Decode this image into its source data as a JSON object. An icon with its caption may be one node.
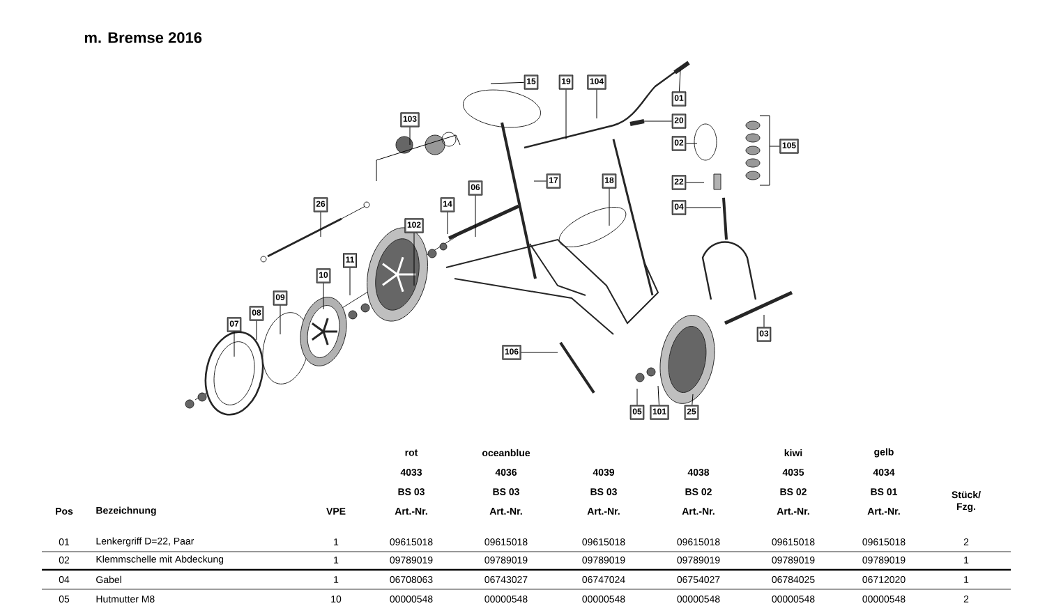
{
  "diagram": {
    "title": "m. Bremse 2016",
    "nodes": [
      {
        "text": [
          "15"
        ]
      },
      {
        "text": [
          "19"
        ]
      },
      {
        "text": [
          "104"
        ]
      },
      {
        "text": [
          "01"
        ]
      },
      {
        "text": [
          "103"
        ]
      },
      {
        "text": [
          "20"
        ]
      },
      {
        "text": [
          "02"
        ]
      },
      {
        "text": [
          "105"
        ]
      },
      {
        "text": [
          "17"
        ]
      },
      {
        "text": [
          "18"
        ]
      },
      {
        "text": [
          "22"
        ]
      },
      {
        "text": [
          "06"
        ]
      },
      {
        "text": [
          "26"
        ]
      },
      {
        "text": [
          "14"
        ]
      },
      {
        "text": [
          "04"
        ]
      },
      {
        "text": [
          "102"
        ]
      },
      {
        "text": [
          "11"
        ]
      },
      {
        "text": [
          "10"
        ]
      },
      {
        "text": [
          "09"
        ]
      },
      {
        "text": [
          "08"
        ]
      },
      {
        "text": [
          "07"
        ]
      },
      {
        "text": [
          "03"
        ]
      },
      {
        "text": [
          "106"
        ]
      },
      {
        "text": [
          "05"
        ]
      },
      {
        "text": [
          "101"
        ]
      },
      {
        "text": [
          "25"
        ]
      }
    ],
    "edges": [
      {
        "from": 0,
        "to": null,
        "arrow": "none"
      },
      {
        "from": 1,
        "to": null,
        "arrow": "none"
      },
      {
        "from": 2,
        "to": null,
        "arrow": "none"
      },
      {
        "from": 3,
        "to": null,
        "arrow": "none"
      },
      {
        "from": 4,
        "to": null,
        "arrow": "none"
      },
      {
        "from": 5,
        "to": null,
        "arrow": "none"
      },
      {
        "from": 6,
        "to": null,
        "arrow": "none"
      },
      {
        "from": 7,
        "to": null,
        "arrow": "none"
      },
      {
        "from": 8,
        "to": null,
        "arrow": "none"
      },
      {
        "from": 9,
        "to": null,
        "arrow": "none"
      },
      {
        "from": 10,
        "to": null,
        "arrow": "none"
      },
      {
        "from": 11,
        "to": null,
        "arrow": "none"
      },
      {
        "from": 12,
        "to": null,
        "arrow": "none"
      },
      {
        "from": 13,
        "to": null,
        "arrow": "none"
      },
      {
        "from": 14,
        "to": null,
        "arrow": "none"
      },
      {
        "from": 15,
        "to": null,
        "arrow": "none"
      },
      {
        "from": 16,
        "to": null,
        "arrow": "none"
      },
      {
        "from": 17,
        "to": null,
        "arrow": "none"
      },
      {
        "from": 18,
        "to": null,
        "arrow": "none"
      },
      {
        "from": 19,
        "to": null,
        "arrow": "none"
      },
      {
        "from": 20,
        "to": null,
        "arrow": "none"
      },
      {
        "from": 21,
        "to": null,
        "arrow": "none"
      },
      {
        "from": 22,
        "to": null,
        "arrow": "none"
      },
      {
        "from": 23,
        "to": null,
        "arrow": "none"
      },
      {
        "from": 24,
        "to": null,
        "arrow": "none"
      },
      {
        "from": 25,
        "to": null,
        "arrow": "none"
      }
    ],
    "labels": [
      "rot",
      "oceanblue",
      "kiwi",
      "gelb",
      "4033",
      "4036",
      "4039",
      "4038",
      "4035",
      "4034",
      "BS 03",
      "BS 03",
      "BS 03",
      "BS 02",
      "BS 02",
      "BS 01",
      "Stück/ Fzg.",
      "Pos",
      "Bezeichnung",
      "VPE",
      "Art.-Nr.",
      "Art.-Nr.",
      "Art.-Nr.",
      "Art.-Nr.",
      "Art.-Nr.",
      "Art.-Nr.",
      "01",
      "Lenkergriff D=22, Paar",
      "1",
      "09615018",
      "09615018",
      "09615018",
      "09615018",
      "09615018",
      "09615018",
      "2",
      "02",
      "Klemmschelle mit Abdeckung",
      "1",
      "09789019",
      "09789019",
      "09789019",
      "09789019",
      "09789019",
      "09789019",
      "1",
      "04",
      "Gabel",
      "1",
      "06708063",
      "06743027",
      "06747024",
      "06754027",
      "06784025",
      "06712020",
      "1",
      "05",
      "Hutmutter M8",
      "10",
      "00000548",
      "00000548",
      "00000548",
      "00000548",
      "00000548",
      "00000548",
      "2"
    ]
  }
}
